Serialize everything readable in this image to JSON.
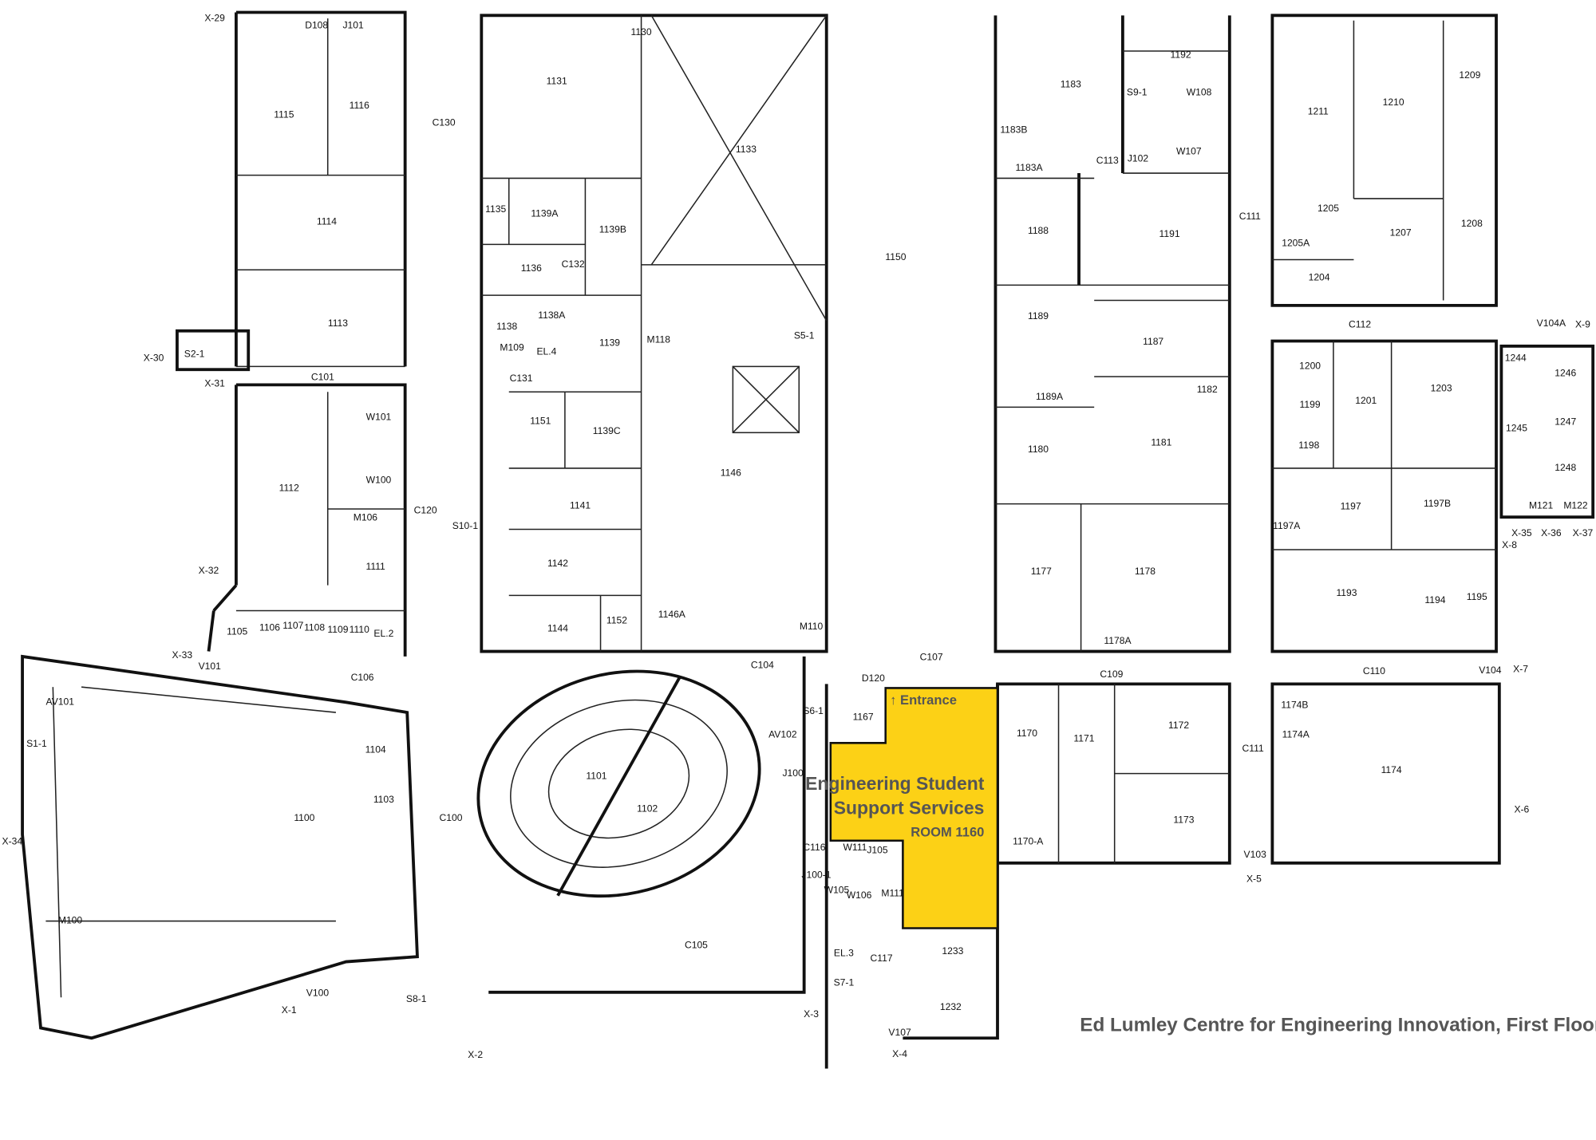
{
  "highlight": {
    "entrance": "↑ Entrance",
    "name_line1": "Engineering Student",
    "name_line2": "Support Services",
    "room": "ROOM 1160",
    "color": "#FCD116"
  },
  "caption": "Ed Lumley Centre for Engineering Innovation, First Floor",
  "rooms": [
    "1115",
    "1116",
    "C130",
    "1131",
    "1130",
    "1133",
    "1150",
    "1183",
    "1192",
    "1211",
    "1210",
    "1209",
    "1114",
    "1135",
    "1139A",
    "1139B",
    "1136",
    "C132",
    "1183B",
    "1183A",
    "S9-1",
    "W108",
    "W107",
    "C113",
    "J102",
    "1191",
    "C111",
    "1205",
    "1207",
    "1208",
    "1205A",
    "1204",
    "1113",
    "1138A",
    "1138",
    "1139",
    "M118",
    "S5-1",
    "1188",
    "1189",
    "1187",
    "C112",
    "V104A",
    "X-9",
    "X-30",
    "S2-1",
    "M109",
    "EL.4",
    "1200",
    "1201",
    "1203",
    "1244",
    "1246",
    "X-31",
    "C101",
    "C131",
    "1189A",
    "1182",
    "1199",
    "1247",
    "1245",
    "1151",
    "1139C",
    "W101",
    "1146",
    "1180",
    "1181",
    "1198",
    "1248",
    "1112",
    "W100",
    "C120",
    "S10-1",
    "1141",
    "1197",
    "1197B",
    "1197A",
    "M121",
    "M122",
    "M106",
    "1111",
    "1142",
    "1177",
    "1178",
    "1193",
    "1194",
    "1195",
    "X-35",
    "X-36",
    "X-37",
    "X-8",
    "X-32",
    "1105",
    "1106",
    "1107",
    "1108",
    "1109",
    "1110",
    "EL.2",
    "1144",
    "1152",
    "1146A",
    "M110",
    "1178A",
    "X-33",
    "V101",
    "C106",
    "C104",
    "C107",
    "C109",
    "C110",
    "V104",
    "X-7",
    "AV101",
    "D120",
    "1167",
    "AV102",
    "S6-1",
    "1170",
    "1171",
    "1172",
    "1174B",
    "1174A",
    "1101",
    "1102",
    "J100",
    "1104",
    "1103",
    "1174",
    "C111",
    "1173",
    "1170-A",
    "X-6",
    "V103",
    "X-5",
    "1100",
    "C100",
    "S1-1",
    "X-34",
    "M100",
    "C116",
    "W111",
    "J105",
    "W105",
    "W106",
    "M111",
    "J100-1",
    "C105",
    "EL.3",
    "C117",
    "1233",
    "1232",
    "S7-1",
    "V100",
    "X-1",
    "S8-1",
    "X-3",
    "X-2",
    "V107",
    "X-4",
    "X-29",
    "D108",
    "J101"
  ]
}
